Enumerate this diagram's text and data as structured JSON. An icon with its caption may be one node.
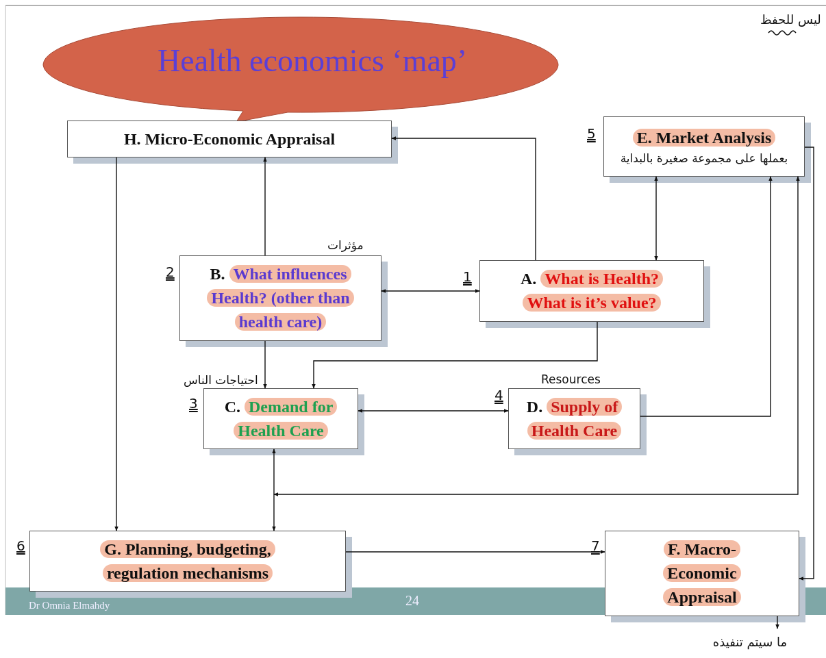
{
  "diagram": {
    "title": "Health economics ‘map’",
    "nodes": [
      {
        "text": [
          "H. Micro-Economic Appraisal"
        ]
      },
      {
        "text": [
          "E. Market Analysis",
          "بعملها على مجموعة صغيرة بالبداية"
        ],
        "beside": [
          "5"
        ]
      },
      {
        "text": [
          "B.",
          "What influences Health? (other than health care)"
        ],
        "beside": [
          "2",
          "مؤثرات"
        ]
      },
      {
        "text": [
          "A.",
          "What is Health? What is it’s value?"
        ],
        "beside": [
          "1"
        ]
      },
      {
        "text": [
          "C.",
          "Demand for Health Care"
        ],
        "beside": [
          "3",
          "احتياجات الناس"
        ]
      },
      {
        "text": [
          "D.",
          "Supply of Health Care"
        ],
        "beside": [
          "4",
          "Resources"
        ]
      },
      {
        "text": [
          "G. Planning, budgeting, regulation mechanisms"
        ],
        "beside": [
          "6"
        ]
      },
      {
        "text": [
          "F. Macro-Economic Appraisal"
        ],
        "beside": [
          "7"
        ]
      },
      {
        "text": [
          "ما سيتم تنفيذه"
        ]
      }
    ],
    "edges": [
      {
        "from": 3,
        "to": 0,
        "arrow": "to"
      },
      {
        "from": 2,
        "to": 0,
        "arrow": "to"
      },
      {
        "from": 2,
        "to": 3,
        "arrow": "both"
      },
      {
        "from": 1,
        "to": 3,
        "arrow": "both"
      },
      {
        "from": 2,
        "to": 4,
        "arrow": "to"
      },
      {
        "from": 3,
        "to": 4,
        "arrow": "to"
      },
      {
        "from": 4,
        "to": 5,
        "arrow": "both"
      },
      {
        "from": 5,
        "to": 1,
        "arrow": "to"
      },
      {
        "from": 4,
        "to": 6,
        "arrow": "both"
      },
      {
        "from": null,
        "to": 1,
        "arrow": "both"
      },
      {
        "from": 0,
        "to": 6,
        "arrow": "to"
      },
      {
        "from": 6,
        "to": 7,
        "arrow": "to"
      },
      {
        "from": 1,
        "to": 7,
        "arrow": "to"
      },
      {
        "from": 7,
        "to": 8,
        "arrow": "to"
      }
    ],
    "labels": [
      "ليس للحفظ",
      "Dr Omnia Elmahdy",
      "24"
    ]
  }
}
